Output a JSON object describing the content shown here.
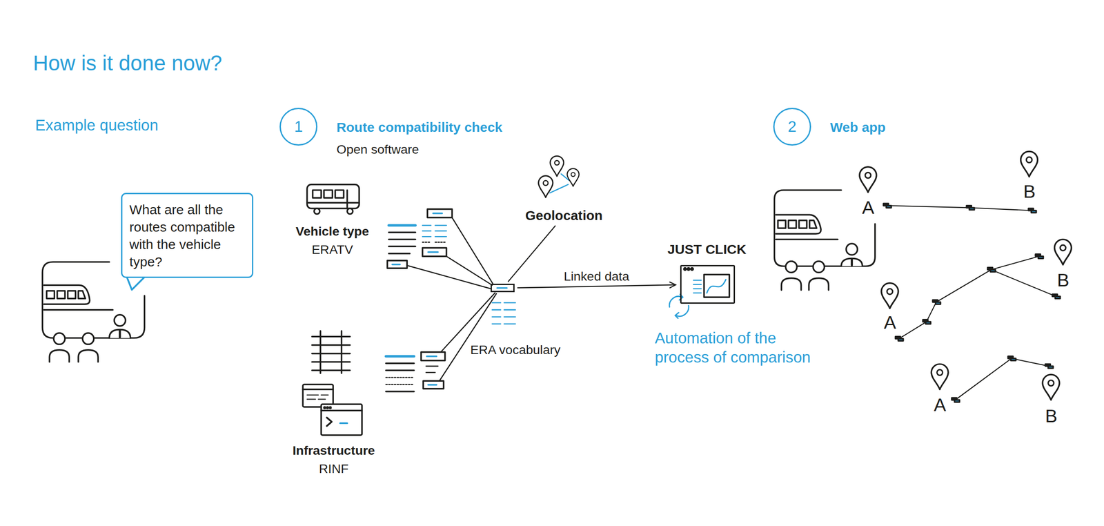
{
  "diagram": {
    "title": "How is it done now?",
    "nodes": [
      {
        "text": [
          "What are all the routes compatible with the vehicle type?"
        ]
      },
      {
        "text": [
          "1"
        ]
      },
      {
        "text": [
          "2"
        ]
      },
      {
        "text": [
          "Geolocation"
        ]
      },
      {
        "text": [
          "ERA vocabulary"
        ]
      },
      {
        "text": [
          "JUST CLICK",
          "Automation of the process of comparison"
        ]
      }
    ],
    "edges": [
      {
        "from": 3,
        "to": 4,
        "arrow": "none"
      },
      {
        "from": 4,
        "to": 5,
        "label": "Linked data",
        "arrow": "to"
      }
    ],
    "labels": [
      "Example question",
      "Route compatibility check",
      "Open software",
      "Web app",
      "A",
      "B",
      "Vehicle type",
      "ERATV",
      "B",
      "A",
      "A",
      "B",
      "Infrastructure",
      "RINF"
    ]
  }
}
